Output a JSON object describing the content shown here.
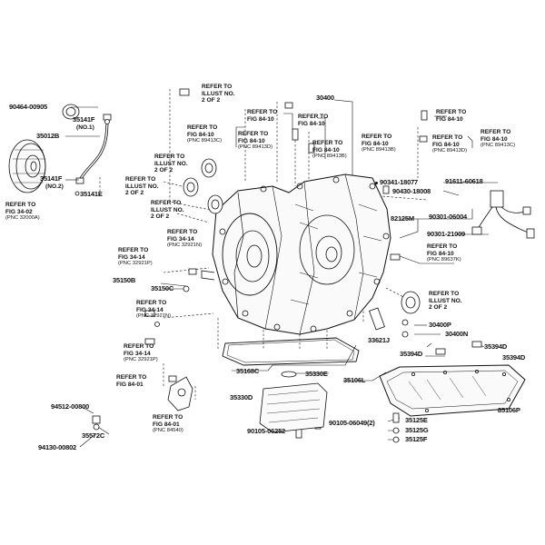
{
  "parts": {
    "p30400": "30400",
    "p90464": "90464-00905",
    "p35141F_top": "35141F",
    "p35141F_top_note": "(NO.1)",
    "p35012B": "35012B",
    "p35141F_mid": "35141F",
    "p35141F_mid_note": "(NO.2)",
    "p35141E": "35141E",
    "p90341": "90341-18077",
    "p90430": "90430-18008",
    "p91611": "91611-60618",
    "p82125M": "82125M",
    "p90301_04": "90301-06004",
    "p90301_21": "90301-21009",
    "p35150B": "35150B",
    "p35150C": "35150C",
    "p40400P": "30400P",
    "p40400N": "30400N",
    "p33621J": "33621J",
    "p35394D_a": "35394D",
    "p35394D_b": "35394D",
    "p35394D_c": "35394D",
    "p35168C": "35168C",
    "p35330E": "35330E",
    "p35106L": "35106L",
    "p35330D": "35330D",
    "p35106P": "35106P",
    "p94512": "94512-00800",
    "p94130": "94130-00802",
    "p35572C": "35572C",
    "p90105_252": "90105-06252",
    "p90105_049": "90105-06049(2)",
    "p35125E": "35125E",
    "p35125G": "35125G",
    "p35125F": "35125F"
  },
  "refs": {
    "r_illust_top": {
      "l1": "REFER TO",
      "l2": "ILLUST NO.",
      "l3": "2 OF 2"
    },
    "r_fig84_top": {
      "l1": "REFER TO",
      "l2": "FIG 84-10",
      "pnc": ""
    },
    "r_fig84_ctr": {
      "l1": "REFER TO",
      "l2": "FIG 84-10",
      "pnc": ""
    },
    "r_fig84_l1": {
      "l1": "REFER TO",
      "l2": "FIG 84-10",
      "pnc": "(PNC 89413C)"
    },
    "r_fig84_l2": {
      "l1": "REFER TO",
      "l2": "FIG 84-10",
      "pnc": "(PNC 89413D)"
    },
    "r_fig84_c3": {
      "l1": "REFER TO",
      "l2": "FIG 84-10",
      "pnc": "(PNC 89413B)"
    },
    "r_fig84_rt": {
      "l1": "REFER TO",
      "l2": "FIG 84-10",
      "pnc": ""
    },
    "r_fig84_rm": {
      "l1": "REFER TO",
      "l2": "FIG 84-10",
      "pnc": "(PNC 89413D)"
    },
    "r_fig84_rr": {
      "l1": "REFER TO",
      "l2": "FIG 84-10",
      "pnc": "(PNC 89413C)"
    },
    "r_fig34_02": {
      "l1": "REFER TO",
      "l2": "FIG 34-02",
      "pnc": "(PNC 32000A)"
    },
    "r_illust_l1": {
      "l1": "REFER TO",
      "l2": "ILLUST NO.",
      "l3": "2 OF 2"
    },
    "r_illust_l2": {
      "l1": "REFER TO",
      "l2": "ILLUST NO.",
      "l3": "2 OF 2"
    },
    "r_illust_l3": {
      "l1": "REFER TO",
      "l2": "ILLUST NO.",
      "l3": "2 OF 2"
    },
    "r_fig34_14a": {
      "l1": "REFER TO",
      "l2": "FIG 34-14",
      "pnc": "(PNC 32921N)"
    },
    "r_fig34_14b": {
      "l1": "REFER TO",
      "l2": "FIG 34-14",
      "pnc": "(PNC 32921P)"
    },
    "r_fig34_14c": {
      "l1": "REFER TO",
      "l2": "FIG 34-14",
      "pnc": "(PNC 32921N)"
    },
    "r_fig34_14d": {
      "l1": "REFER TO",
      "l2": "FIG 34-14",
      "pnc": "(PNC 32921P)"
    },
    "r_fig84_01a": {
      "l1": "REFER TO",
      "l2": "FIG 84-01",
      "pnc": ""
    },
    "r_fig84_01b": {
      "l1": "REFER TO",
      "l2": "FIG 84-01",
      "pnc": "(PNC 84540)"
    },
    "r_fig84_637": {
      "l1": "REFER TO",
      "l2": "FIG 84-10",
      "pnc": "(PNC 89637K)"
    },
    "r_illust_r": {
      "l1": "REFER TO",
      "l2": "ILLUST NO.",
      "l3": "2 OF 2"
    }
  }
}
